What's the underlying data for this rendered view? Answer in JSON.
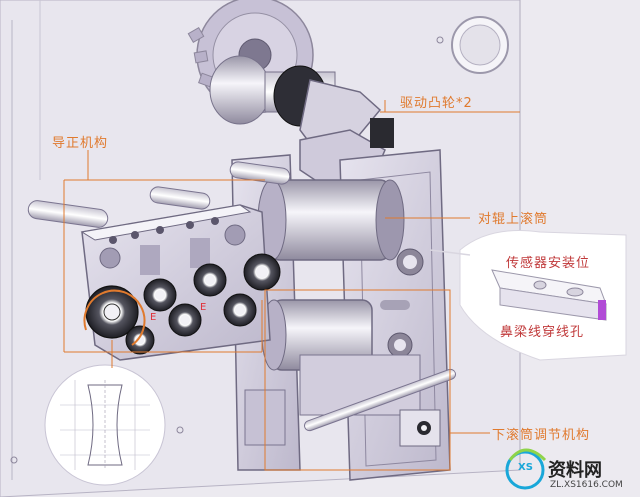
{
  "labels": {
    "guide_mechanism": "导正机构",
    "drive_cam": "驱动凸轮*2",
    "upper_roller": "对辊上滚筒",
    "sensor_mount": "传感器安装位",
    "beam_threading_hole": "鼻梁线穿线孔",
    "lower_roller_adjust": "下滚筒调节机构"
  },
  "watermark": {
    "brand": "资料网",
    "url": "ZL.XS1616.COM",
    "logo_text": "XS"
  },
  "colors": {
    "annotation": "#e07a2e",
    "background": "#eceaf0",
    "part_lavender": "#c9c4d8",
    "part_light": "#f2f0f6",
    "part_dark": "#2a2a30",
    "watermark_cyan": "#19a7d9"
  }
}
